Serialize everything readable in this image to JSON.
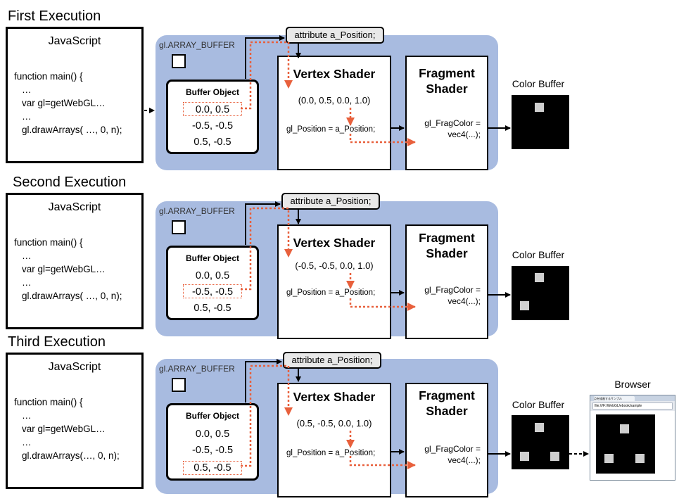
{
  "executions": [
    {
      "title": "First Execution",
      "javascript": {
        "title": "JavaScript",
        "lines": [
          "function main() {",
          "  …",
          "  var gl=getWebGL…",
          "  …",
          "  gl.drawArrays( …, 0, n);"
        ]
      },
      "array_buffer_label": "gl.ARRAY_BUFFER",
      "buffer_object": {
        "title": "Buffer Object",
        "rows": [
          "0.0,  0.5",
          "-0.5, -0.5",
          "0.5, -0.5"
        ],
        "highlighted_row": 0
      },
      "attribute_label": "attribute a_Position;",
      "vertex_shader": {
        "title": "Vertex Shader",
        "vector": "(0.0,  0.5, 0.0, 1.0)",
        "assignment": "gl_Position = a_Position;"
      },
      "fragment_shader": {
        "title_line1": "Fragment",
        "title_line2": "Shader",
        "code_line1": "gl_FragColor =",
        "code_line2": "vec4(...);"
      },
      "color_buffer_label": "Color Buffer",
      "points_drawn": 1
    },
    {
      "title": "Second Execution",
      "javascript": {
        "title": "JavaScript",
        "lines": [
          "function main() {",
          "  …",
          "  var gl=getWebGL…",
          "  …",
          "  gl.drawArrays( …, 0, n);"
        ]
      },
      "array_buffer_label": "gl.ARRAY_BUFFER",
      "buffer_object": {
        "title": "Buffer Object",
        "rows": [
          "0.0,  0.5",
          "-0.5, -0.5",
          "0.5, -0.5"
        ],
        "highlighted_row": 1
      },
      "attribute_label": "attribute a_Position;",
      "vertex_shader": {
        "title": "Vertex Shader",
        "vector": "(-0.5,  -0.5, 0.0, 1.0)",
        "assignment": "gl_Position = a_Position;"
      },
      "fragment_shader": {
        "title_line1": "Fragment",
        "title_line2": "Shader",
        "code_line1": "gl_FragColor =",
        "code_line2": "vec4(...);"
      },
      "color_buffer_label": "Color Buffer",
      "points_drawn": 2
    },
    {
      "title": "Third Execution",
      "javascript": {
        "title": "JavaScript",
        "lines": [
          "function main() {",
          "  …",
          "  var gl=getWebGL…",
          "  …",
          "  gl.drawArrays(…, 0, n);"
        ]
      },
      "array_buffer_label": "gl.ARRAY_BUFFER",
      "buffer_object": {
        "title": "Buffer Object",
        "rows": [
          "0.0,  0.5",
          "-0.5, -0.5",
          "0.5, -0.5"
        ],
        "highlighted_row": 2
      },
      "attribute_label": "attribute a_Position;",
      "vertex_shader": {
        "title": "Vertex Shader",
        "vector": "(0.5,  -0.5, 0.0, 1.0)",
        "assignment": "gl_Position = a_Position;"
      },
      "fragment_shader": {
        "title_line1": "Fragment",
        "title_line2": "Shader",
        "code_line1": "gl_FragColor =",
        "code_line2": "vec4(...);"
      },
      "color_buffer_label": "Color Buffer",
      "points_drawn": 3
    }
  ],
  "browser": {
    "label": "Browser",
    "tab_text": "点を描画するサンプル",
    "address_text": "file:///F:/WebGL/ebook/sample"
  },
  "colors": {
    "pipeline_background": "#a8bbe0",
    "data_flow_arrow": "#e8603c",
    "point_color": "#cfcfcf"
  }
}
